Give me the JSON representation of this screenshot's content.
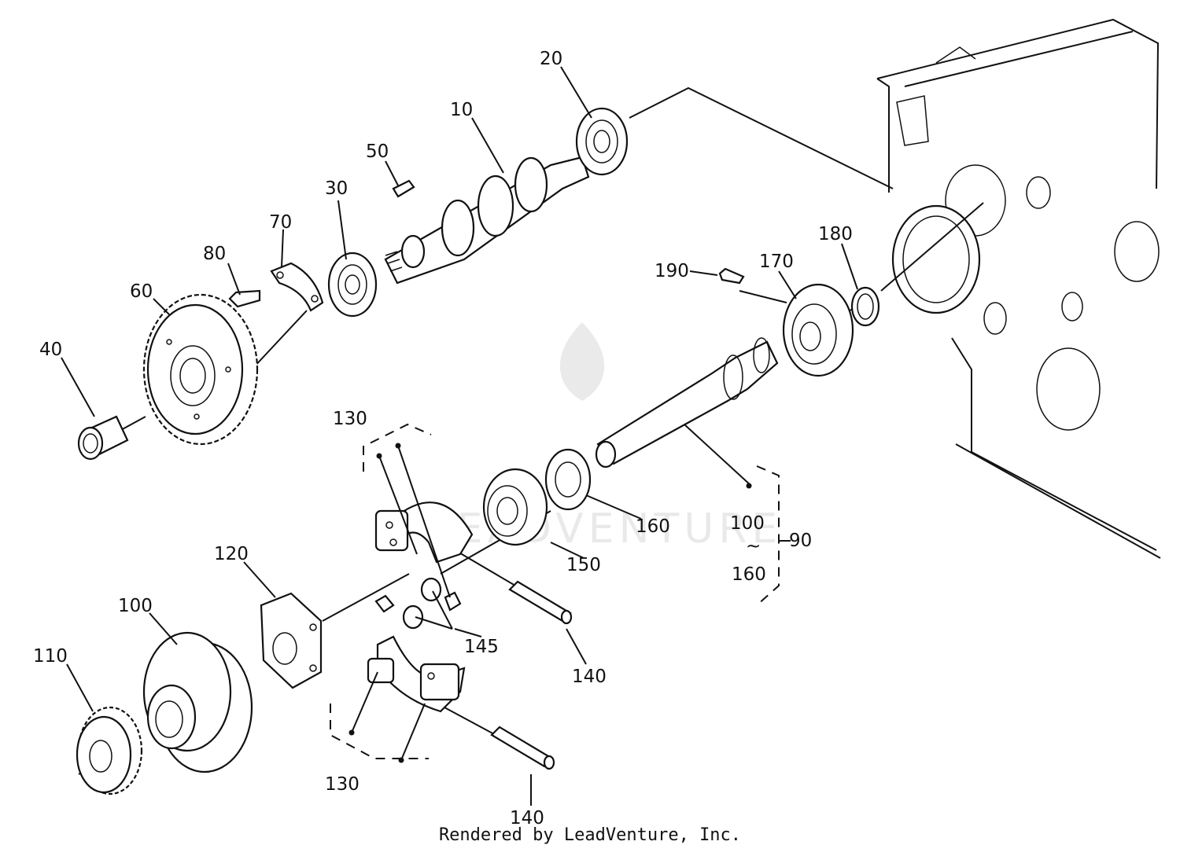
{
  "labels": {
    "l10": "10",
    "l20": "20",
    "l30": "30",
    "l40": "40",
    "l50": "50",
    "l60": "60",
    "l70": "70",
    "l80": "80",
    "l90": "90",
    "l100a": "100",
    "l100b": "100",
    "l110": "110",
    "l120": "120",
    "l130a": "130",
    "l130b": "130",
    "l140a": "140",
    "l140b": "140",
    "l145": "145",
    "l150": "150",
    "l160a": "160",
    "l160b": "160",
    "l170": "170",
    "l180": "180",
    "l190": "190",
    "tilde": "~"
  },
  "watermark": "LEADVENTURE",
  "credit": "Rendered by LeadVenture, Inc."
}
